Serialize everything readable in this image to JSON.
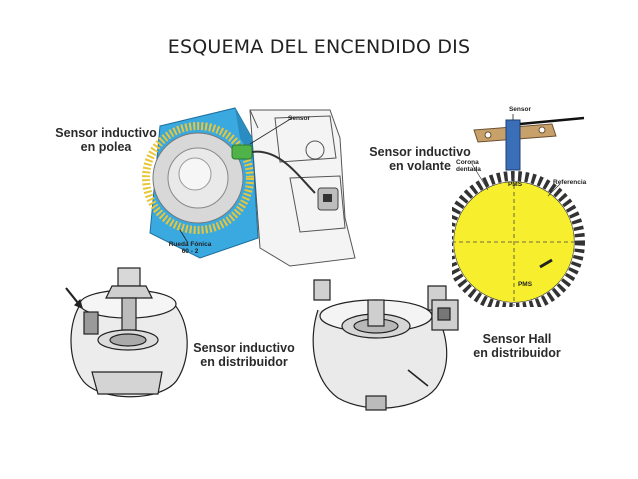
{
  "slide": {
    "title": "ESQUEMA DEL ENCENDIDO DIS"
  },
  "panels": {
    "pulley": {
      "caption_line1": "Sensor inductivo",
      "caption_line2": "en polea",
      "sensor_label": "Sensor",
      "wheel_label_line1": "Rueda Fónica",
      "wheel_label_line2": "60 - 2"
    },
    "flywheel": {
      "caption_line1": "Sensor inductivo",
      "caption_line2": "en volante",
      "sensor_label": "Sensor",
      "crown_label_line1": "Corona",
      "crown_label_line2": "dentada",
      "reference_label": "Referencia",
      "pms_top": "PMS",
      "pms_bottom": "PMS"
    },
    "distributor_inductive": {
      "caption_line1": "Sensor inductivo",
      "caption_line2": "en distribuidor"
    },
    "distributor_hall": {
      "caption_line1": "Sensor Hall",
      "caption_line2": "en distribuidor"
    }
  },
  "colors": {
    "pulley_housing": "#3aa9e0",
    "pulley_ring": "#e8c63a",
    "flywheel_disc": "#f7ef2e",
    "sensor_clip": "#3a6fb8"
  }
}
